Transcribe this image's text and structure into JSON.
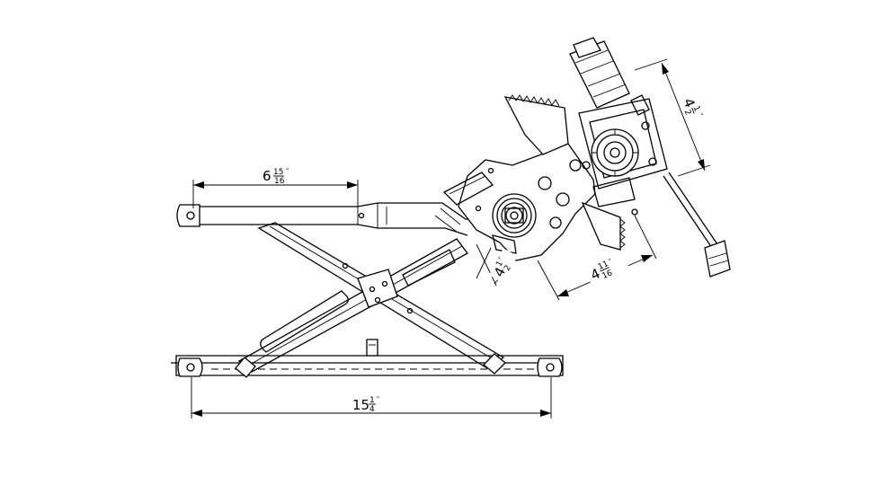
{
  "dimensions": {
    "top_arm_length": {
      "whole": "6",
      "num": "15",
      "den": "16",
      "unit": "″"
    },
    "base_length": {
      "whole": "15",
      "num": "1",
      "den": "4",
      "unit": "″"
    },
    "gear_offset": {
      "whole": "4",
      "num": "1",
      "den": "2",
      "unit": "″"
    },
    "motor_spread": {
      "whole": "4",
      "num": "11",
      "den": "16",
      "unit": "″"
    },
    "motor_height": {
      "whole": "4",
      "num": "1",
      "den": "2",
      "unit": "″"
    }
  }
}
